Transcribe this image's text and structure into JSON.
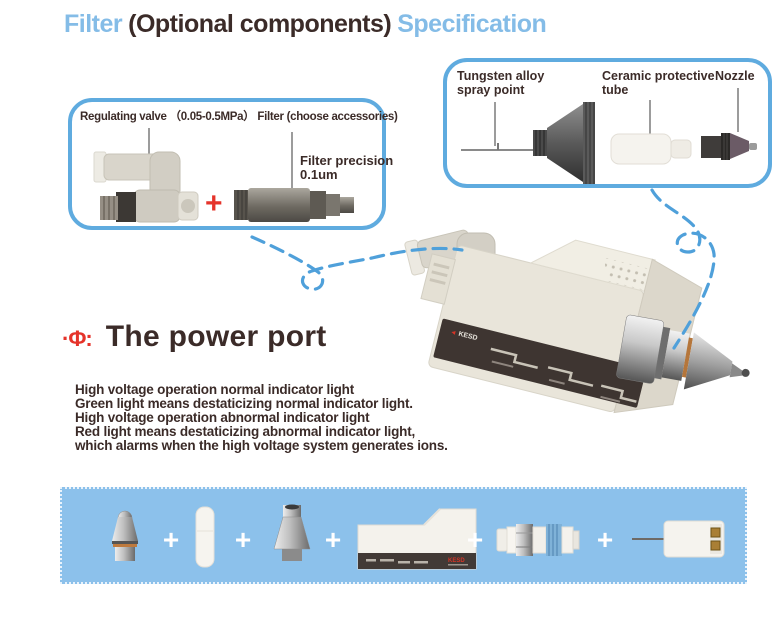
{
  "title": {
    "part1": "Filter",
    "part2": "(Optional components)",
    "part3": "Specification"
  },
  "left_box": {
    "regulating_valve_label": "Regulating valve",
    "pressure_label": "（0.05-0.5MPa）",
    "filter_label": "Filter (choose accessories)",
    "precision_line1": "Filter precision",
    "precision_line2": "0.1um",
    "plus_label": "+"
  },
  "right_box": {
    "tungsten_line1": "Tungsten alloy",
    "tungsten_line2": "spray point",
    "ceramic_line1": "Ceramic protective",
    "ceramic_line2": "tube",
    "nozzle_label": "Nozzle"
  },
  "power_port": {
    "bullet": "·Φ:",
    "heading": "The power port",
    "lines": [
      "High voltage operation normal indicator light",
      "Green light means destaticizing normal indicator light.",
      "High voltage operation abnormal indicator light",
      "Red light means destaticizing abnormal indicator light,",
      "which alarms when the high voltage system generates ions."
    ]
  },
  "device": {
    "logo": "KESD"
  },
  "bottom_strip": {
    "plus_label": "+",
    "items": [
      "nozzle",
      "ceramic-tube",
      "cone-adapter",
      "main-unit",
      "regulating-valve",
      "emitter-block"
    ]
  },
  "colors": {
    "accent_blue": "#84BCE7",
    "border_blue": "#5FABDF",
    "dash_blue": "#4FA0DA",
    "strip_blue": "#8CC1EB",
    "dark_text": "#3B2B28",
    "red": "#E5332A",
    "leader_gray": "#9C9C9C"
  }
}
